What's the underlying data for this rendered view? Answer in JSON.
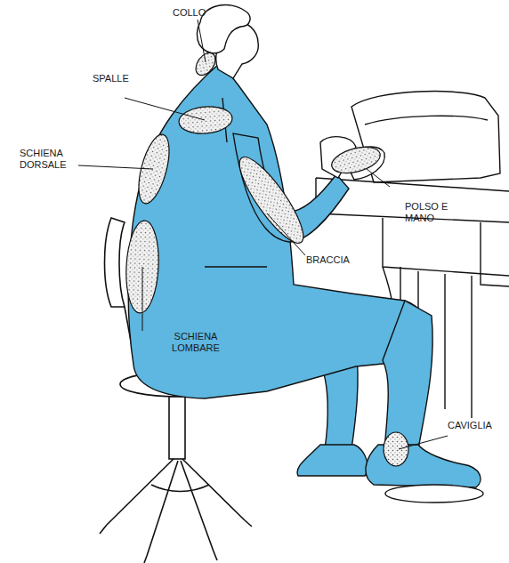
{
  "diagram": {
    "labels": [
      "COLLO",
      "SPALLE",
      "SCHIENA DORSALE",
      "POLSO E MANO",
      "BRACCIA",
      "SCHIENA LOMBARE",
      "CAVIGLIA"
    ]
  }
}
